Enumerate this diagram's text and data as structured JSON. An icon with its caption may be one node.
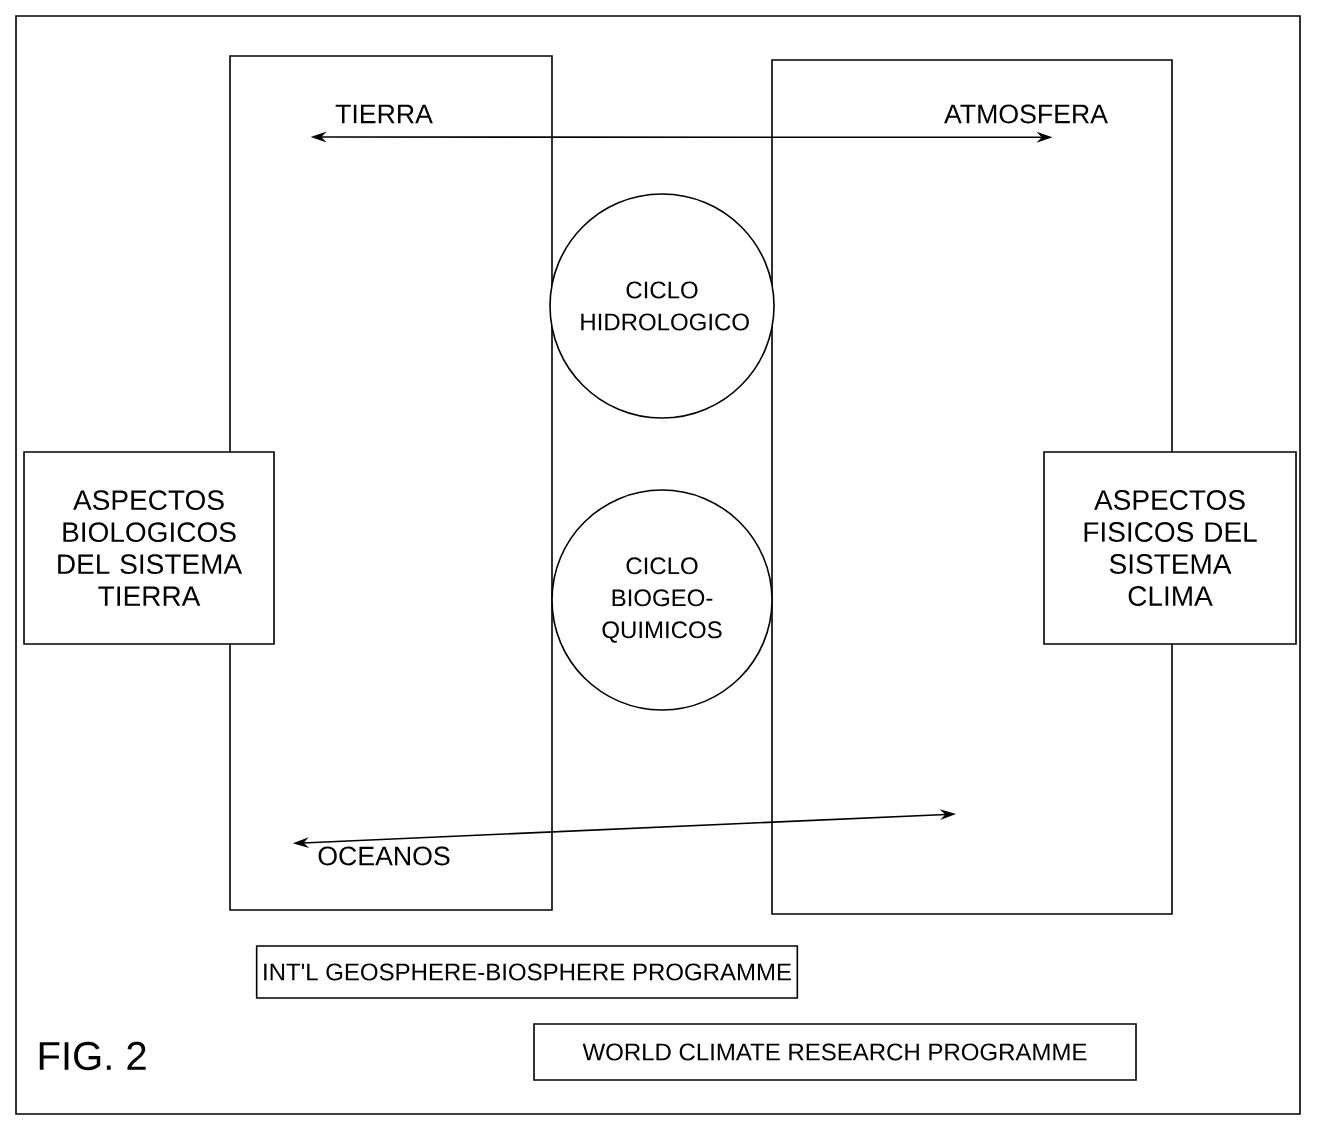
{
  "diagram": {
    "nodes": [
      {
        "text": [],
        "shape": "box"
      },
      {
        "text": [],
        "shape": "box"
      },
      {
        "text": [
          "TIERRA"
        ],
        "in": 0
      },
      {
        "text": [
          "ATMOSFERA"
        ],
        "in": 1
      },
      {
        "text": [
          "OCEANOS"
        ],
        "in": 0
      },
      {
        "text": [
          "CICLO HIDROLOGICO"
        ]
      },
      {
        "text": [
          "ASPECTOS BIOLOGICOS DEL SISTEMA TIERRA"
        ]
      },
      {
        "text": [
          "ASPECTOS FISICOS DEL SISTEMA CLIMA"
        ]
      },
      {
        "text": [
          "CICLO BIOGEO-QUIMICOS"
        ]
      },
      {
        "text": [
          "INT'L GEOSPHERE-BIOSPHERE PROGRAMME"
        ]
      },
      {
        "text": [
          "WORLD CLIMATE RESEARCH PROGRAMME"
        ]
      }
    ],
    "edges": [
      {
        "from": 2,
        "to": 3,
        "arrow": "both"
      },
      {
        "from": 4,
        "to": null,
        "arrow": "both"
      }
    ],
    "labels": [
      "FIG. 2"
    ]
  }
}
